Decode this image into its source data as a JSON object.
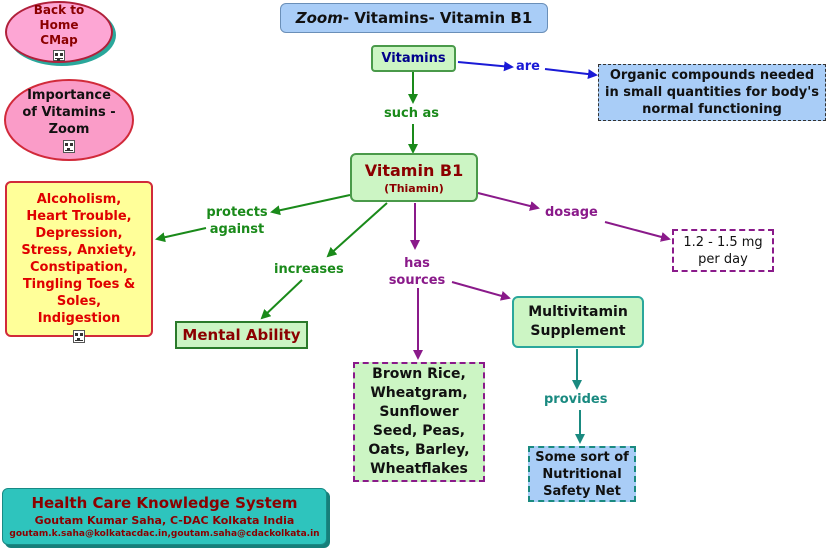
{
  "title": {
    "zoom": "Zoom",
    "rest": "- Vitamins- Vitamin B1"
  },
  "nav": {
    "back_home": "Back to Home CMap",
    "importance": "Importance of Vitamins - Zoom"
  },
  "nodes": {
    "vitamins": "Vitamins",
    "organic": "Organic compounds needed in small quantities for body's normal functioning",
    "vitamin_b1": "Vitamin B1",
    "thiamin": "(Thiamin)",
    "diseases": "Alcoholism, Heart Trouble, Depression, Stress, Anxiety, Constipation, Tingling Toes &  Soles, Indigestion",
    "mental": "Mental Ability",
    "sources": "Brown Rice, Wheatgram, Sunflower Seed, Peas, Oats, Barley, Wheatflakes",
    "multivitamin": "Multivitamin Supplement",
    "safety": "Some sort of Nutritional Safety Net",
    "dosage_value": "1.2 - 1.5 mg per day"
  },
  "links": {
    "are": "are",
    "such_as": "such as",
    "protects": "protects against",
    "increases": "increases",
    "has_sources": "has sources",
    "dosage": "dosage",
    "provides": "provides"
  },
  "footer": {
    "title": "Health Care Knowledge System",
    "author": "Goutam Kumar Saha, C-DAC Kolkata India",
    "emails": "goutam.k.saha@kolkatacdac.in,goutam.saha@cdackolkata.in"
  },
  "colors": {
    "green_link": "#1a8a1a",
    "blue_link": "#1a1ad6",
    "purple_link": "#8a1a8a",
    "teal_link": "#1a8a80",
    "maroon_text": "#8b0000"
  }
}
